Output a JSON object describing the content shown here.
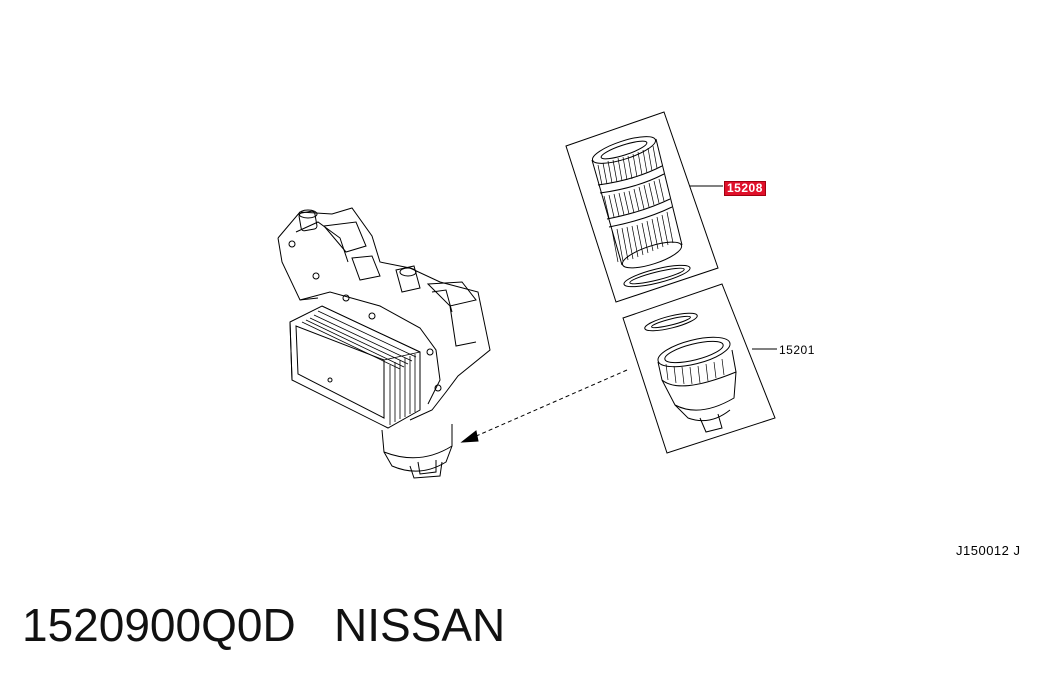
{
  "callouts": {
    "filter_element": "15208",
    "filter_cap": "15201"
  },
  "diagram_code": "J150012 J",
  "caption": {
    "part_number": "1520900Q0D",
    "brand": "NISSAN"
  },
  "colors": {
    "highlight": "#e0102a",
    "line": "#000000"
  }
}
